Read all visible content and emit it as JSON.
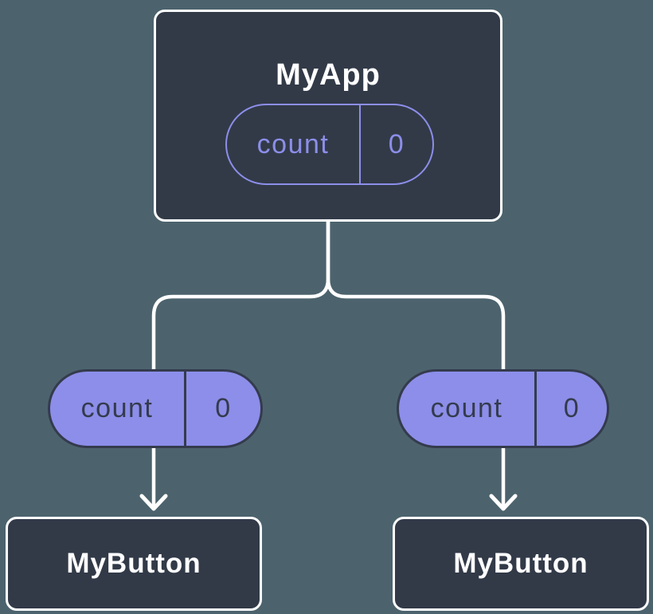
{
  "colors": {
    "background": "#4c636d",
    "node_dark": "#323a48",
    "accent_purple": "#8c8ee9",
    "connector_white": "#ffffff",
    "pill_text_dark": "#343b4d"
  },
  "root_component": {
    "name": "MyApp",
    "prop": {
      "label": "count",
      "value": "0"
    }
  },
  "children": [
    {
      "name": "MyButton",
      "prop": {
        "label": "count",
        "value": "0"
      }
    },
    {
      "name": "MyButton",
      "prop": {
        "label": "count",
        "value": "0"
      }
    }
  ]
}
